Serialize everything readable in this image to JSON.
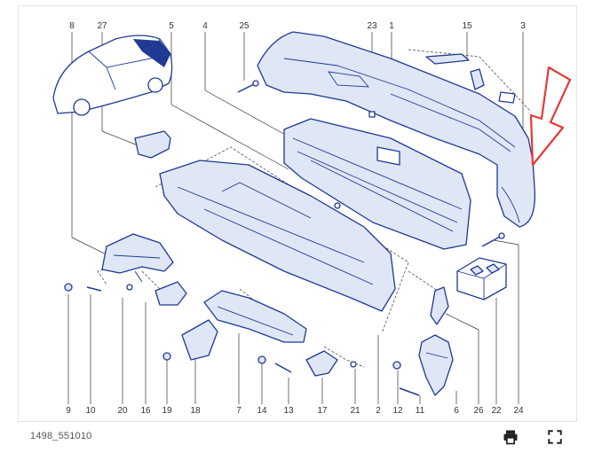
{
  "diagram": {
    "reference_code": "1498_551010",
    "top_labels": [
      "8",
      "27",
      "5",
      "4",
      "25",
      "23",
      "1",
      "15",
      "3"
    ],
    "bottom_labels": [
      "9",
      "10",
      "20",
      "16",
      "19",
      "18",
      "7",
      "14",
      "13",
      "17",
      "21",
      "2",
      "12",
      "11",
      "6",
      "26",
      "22",
      "24"
    ]
  },
  "toolbar": {
    "print_icon": "printer-icon",
    "fullscreen_icon": "fullscreen-icon"
  },
  "colors": {
    "line": "#1f3a93",
    "fill": "#dfe6f5",
    "arrow": "#e53935"
  }
}
